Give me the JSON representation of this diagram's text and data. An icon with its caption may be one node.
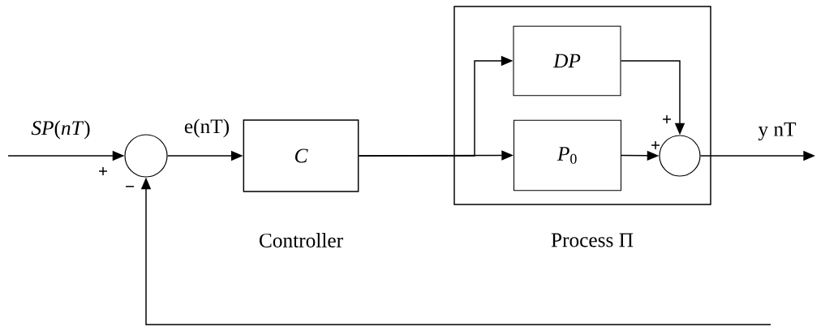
{
  "diagram": {
    "nodes": [
      {
        "text": [],
        "shape": "circle"
      },
      {
        "text": [
          "C"
        ],
        "beside": [
          "Controller"
        ]
      },
      {
        "text": [
          "Process Π"
        ]
      },
      {
        "text": [
          "DP"
        ],
        "in": 2
      },
      {
        "text": [
          "*P*$_{0}$"
        ],
        "in": 2
      },
      {
        "text": [],
        "shape": "circle",
        "in": 2
      }
    ],
    "edges": [
      {
        "from": null,
        "to": 0,
        "arrow": "to",
        "label": "*SP*(*nT*)"
      },
      {
        "from": 0,
        "to": 1,
        "arrow": "to",
        "label": "e(nT)"
      },
      {
        "from": 1,
        "to": 4,
        "arrow": "to"
      },
      {
        "from": 1,
        "to": 3,
        "arrow": "to"
      },
      {
        "from": 3,
        "to": 5,
        "arrow": "to"
      },
      {
        "from": 4,
        "to": 5,
        "arrow": "to"
      },
      {
        "from": 5,
        "to": null,
        "arrow": "to",
        "label": "y nT"
      },
      {
        "from": null,
        "to": 0,
        "arrow": "to"
      }
    ],
    "labels": [
      "+",
      "−",
      "+",
      "+"
    ]
  }
}
